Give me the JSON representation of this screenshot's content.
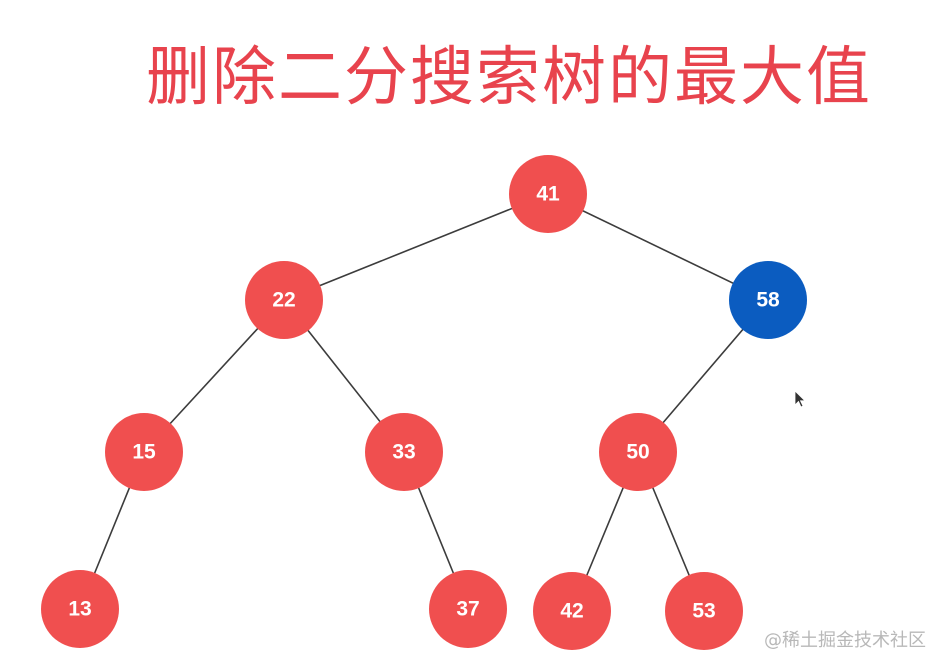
{
  "title": "删除二分搜索树的最大值",
  "watermark": "@稀土掘金技术社区",
  "colors": {
    "title": "#e8434d",
    "node_default": "#f04f4f",
    "node_highlight": "#0b5cc0",
    "edge": "#3c3c3c",
    "label": "#ffffff"
  },
  "tree": {
    "nodes": [
      {
        "id": "n41",
        "label": "41",
        "highlight": false
      },
      {
        "id": "n22",
        "label": "22",
        "highlight": false
      },
      {
        "id": "n58",
        "label": "58",
        "highlight": true
      },
      {
        "id": "n15",
        "label": "15",
        "highlight": false
      },
      {
        "id": "n33",
        "label": "33",
        "highlight": false
      },
      {
        "id": "n50",
        "label": "50",
        "highlight": false
      },
      {
        "id": "n13",
        "label": "13",
        "highlight": false
      },
      {
        "id": "n37",
        "label": "37",
        "highlight": false
      },
      {
        "id": "n42",
        "label": "42",
        "highlight": false
      },
      {
        "id": "n53",
        "label": "53",
        "highlight": false
      }
    ],
    "edges": [
      {
        "from": "n41",
        "to": "n22"
      },
      {
        "from": "n41",
        "to": "n58"
      },
      {
        "from": "n22",
        "to": "n15"
      },
      {
        "from": "n22",
        "to": "n33"
      },
      {
        "from": "n58",
        "to": "n50"
      },
      {
        "from": "n15",
        "to": "n13"
      },
      {
        "from": "n33",
        "to": "n37"
      },
      {
        "from": "n50",
        "to": "n42"
      },
      {
        "from": "n50",
        "to": "n53"
      }
    ]
  },
  "cursor_icon": "mouse-pointer-icon"
}
